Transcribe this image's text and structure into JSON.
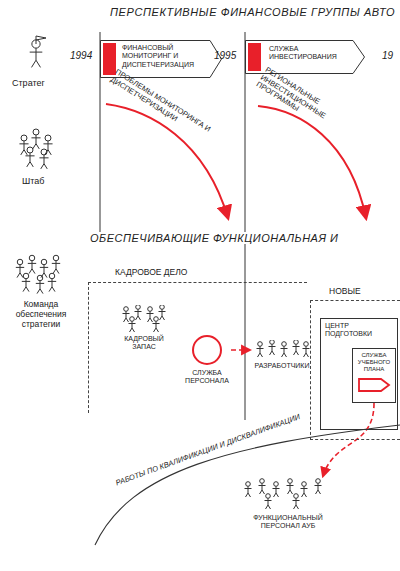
{
  "diagram": {
    "title": "ПЕРСПЕКТИВНЫЕ ФИНАНСОВЫЕ ГРУППЫ АВТО",
    "nodes": [
      {
        "text": [
          "ФИНАНСОВЫЙ МОНИТОРИНГ И ДИСПЕТЧЕРИЗАЦИЯ"
        ]
      },
      {
        "text": [
          "СЛУЖБА ИНВЕСТИРОВАНИЯ"
        ]
      },
      {
        "text": [
          "КАДРОВОЕ ДЕЛО"
        ]
      },
      {
        "text": [
          "КАДРОВЫЙ ЗАПАС"
        ],
        "in": 2
      },
      {
        "text": [
          "СЛУЖБА ПЕРСОНАЛА"
        ],
        "in": 2
      },
      {
        "text": [
          "РАЗРАБОТЧИКИ"
        ],
        "in": 2
      },
      {
        "text": [
          "НОВЫЕ"
        ]
      },
      {
        "text": [
          "ЦЕНТР ПОДГОТОВКИ"
        ],
        "in": 6
      },
      {
        "text": [
          "СЛУЖБА УЧЕБНОГО ПЛАНА"
        ],
        "in": 7
      },
      {
        "text": [
          "ФУНКЦИОНАЛЬНЫЙ ПЕРСОНАЛ АУБ"
        ]
      }
    ],
    "edges": [
      {
        "from": 4,
        "to": 5,
        "arrow": "to"
      },
      {
        "from": 8,
        "to": 9,
        "arrow": "to"
      }
    ],
    "labels": [
      "1994",
      "1995",
      "19",
      "Стратег",
      "Штаб",
      "Команда обеспечения стратегии",
      "ПРОБЛЕМЫ МОНИТОРИНГА И ДИСПЕТЧЕРИЗАЦИИ",
      "РЕГИОНАЛЬНЫЕ ИНВЕСТИЦИОННЫЕ ПРОГРАММЫ",
      "ОБЕСПЕЧИВАЮЩИЕ ФУНКЦИОНАЛЬНАЯ И",
      "РАБОТЫ ПО КВАЛИФИКАЦИИ И ДИСКВАЛИФИКАЦИИ"
    ]
  }
}
